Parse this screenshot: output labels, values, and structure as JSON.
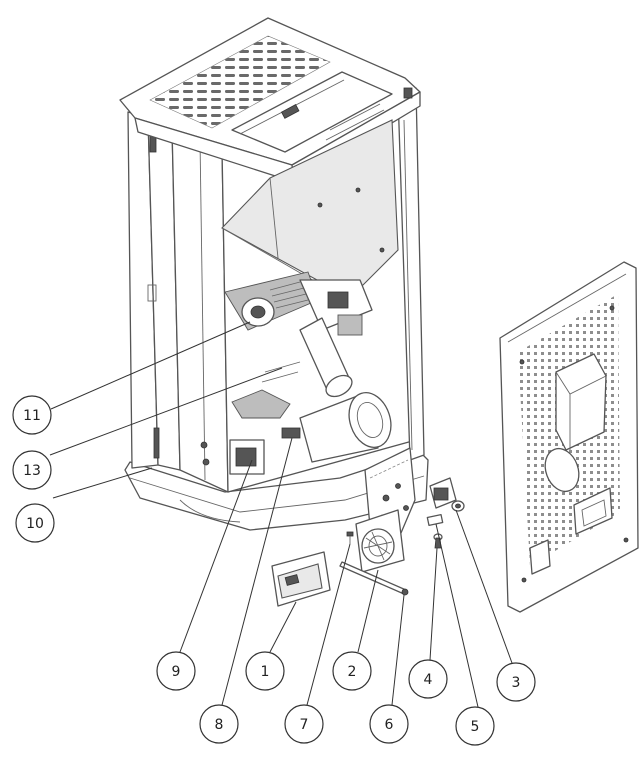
{
  "diagram": {
    "callouts": [
      {
        "id": "11",
        "label": "11"
      },
      {
        "id": "13",
        "label": "13"
      },
      {
        "id": "10",
        "label": "10"
      },
      {
        "id": "9",
        "label": "9"
      },
      {
        "id": "1",
        "label": "1"
      },
      {
        "id": "2",
        "label": "2"
      },
      {
        "id": "4",
        "label": "4"
      },
      {
        "id": "3",
        "label": "3"
      },
      {
        "id": "8",
        "label": "8"
      },
      {
        "id": "7",
        "label": "7"
      },
      {
        "id": "6",
        "label": "6"
      },
      {
        "id": "5",
        "label": "5"
      }
    ]
  }
}
